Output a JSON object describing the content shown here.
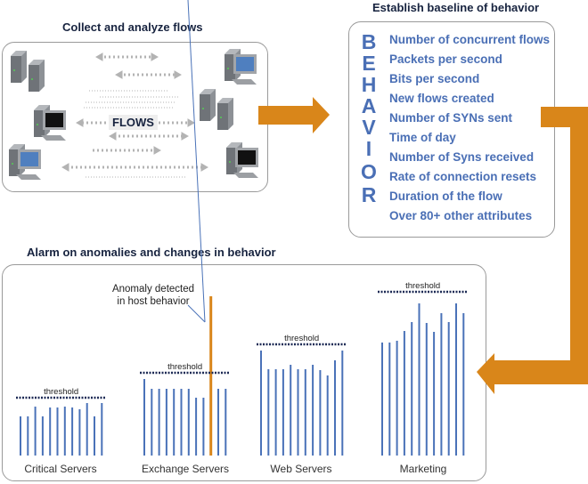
{
  "sections": {
    "collect_title": "Collect and analyze flows",
    "baseline_title": "Establish baseline of behavior",
    "alarm_title": "Alarm on anomalies and changes in behavior"
  },
  "flows_label": "FLOWS",
  "behavior_word": [
    "B",
    "E",
    "H",
    "A",
    "V",
    "I",
    "O",
    "R"
  ],
  "behavior_items": [
    "Number of concurrent flows",
    "Packets per second",
    "Bits per second",
    "New flows created",
    "Number of SYNs sent",
    "Time of day",
    "Number of Syns received",
    "Rate of connection resets",
    "Duration of the flow",
    "Over 80+ other attributes"
  ],
  "anomaly_annotation": [
    "Anomaly detected",
    "in host behavior"
  ],
  "colors": {
    "accent": "#d9861a",
    "bar": "#4a72b8",
    "text_blue": "#4a6fb5",
    "heading": "#17233f",
    "threshold": "#1c2a55"
  },
  "chart_data": [
    {
      "type": "bar",
      "title": "Critical Servers",
      "threshold_label": "threshold",
      "threshold": 65,
      "values": [
        44,
        44,
        55,
        44,
        54,
        54,
        55,
        54,
        52,
        59,
        44,
        59
      ]
    },
    {
      "type": "bar",
      "title": "Exchange Servers",
      "threshold_label": "threshold",
      "threshold": 93,
      "values": [
        86,
        75,
        75,
        75,
        75,
        75,
        75,
        65,
        65,
        75,
        75
      ],
      "anomaly_index": 9,
      "anomaly_value": 179
    },
    {
      "type": "bar",
      "title": "Web Servers",
      "threshold_label": "threshold",
      "threshold": 125,
      "values": [
        118,
        97,
        97,
        97,
        102,
        97,
        97,
        102,
        96,
        90,
        107,
        118
      ]
    },
    {
      "type": "bar",
      "title": "Marketing",
      "threshold_label": "threshold",
      "threshold": 184,
      "values": [
        127,
        127,
        129,
        140,
        150,
        171,
        149,
        139,
        160,
        150,
        171,
        160
      ]
    }
  ]
}
